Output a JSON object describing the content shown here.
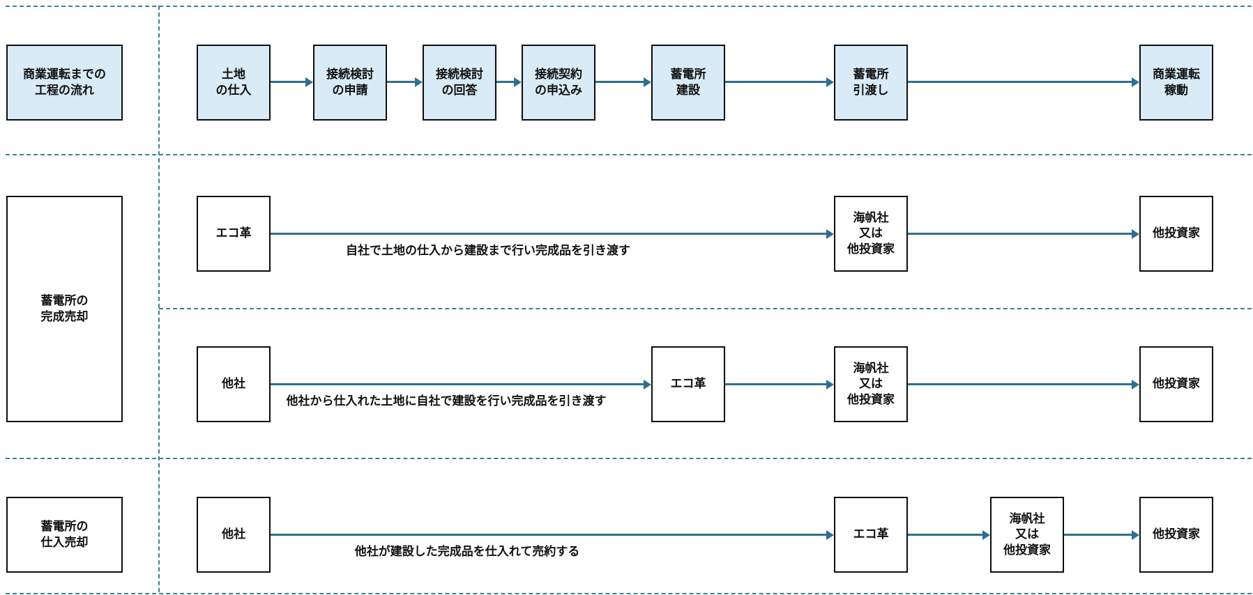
{
  "colors": {
    "process_box_fill": "#D9EBF6",
    "entity_box_fill": "#FFFFFF",
    "box_border": "#0D0D0D",
    "arrow": "#2E6F8E",
    "dashed_divider": "#3D8098",
    "text": "#111111"
  },
  "sections": {
    "process": {
      "label": "商業運転までの\n工程の流れ",
      "steps": [
        "土地\nの仕入",
        "接続検討\nの申請",
        "接続検討\nの回答",
        "接続契約\nの申込み",
        "蓄電所\n建設",
        "蓄電所\n引渡し",
        "商業運転\n稼動"
      ]
    },
    "completed_sale": {
      "label": "蓄電所の\n完成売却",
      "flows": [
        {
          "from": "エコ革",
          "note": "自社で土地の仕入から建設まで行い完成品を引き渡す",
          "to": "海帆社\n又は\n他投資家",
          "end": "他投資家"
        },
        {
          "from": "他社",
          "note": "他社から仕入れた土地に自社で建設を行い完成品を引き渡す",
          "mid": "エコ革",
          "to": "海帆社\n又は\n他投資家",
          "end": "他投資家"
        }
      ]
    },
    "purchase_sale": {
      "label": "蓄電所の\n仕入売却",
      "flow": {
        "from": "他社",
        "note": "他社が建設した完成品を仕入れて売約する",
        "mid": "エコ革",
        "to": "海帆社\n又は\n他投資家",
        "end": "他投資家"
      }
    }
  }
}
